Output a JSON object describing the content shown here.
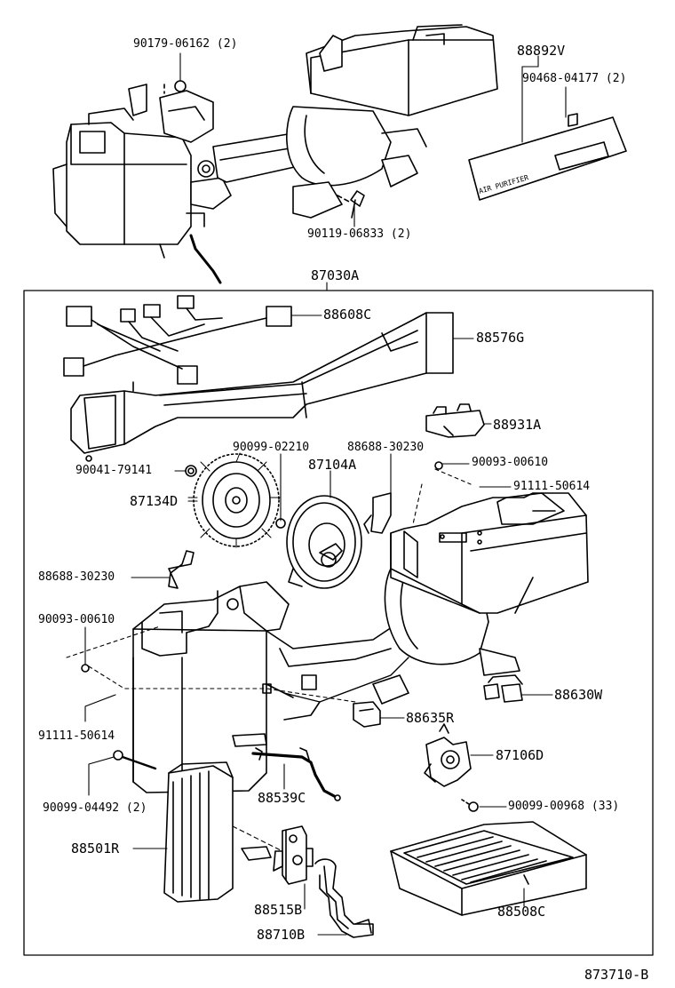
{
  "figure_id": "873710-B",
  "panel_label": "AIR PURIFIER",
  "parts": {
    "p_90179_06162": "90179-06162 (2)",
    "p_88892V": "88892V",
    "p_90468_04177": "90468-04177 (2)",
    "p_90119_06833": "90119-06833 (2)",
    "p_87030A": "87030A",
    "p_88608C": "88608C",
    "p_88576G": "88576G",
    "p_88931A": "88931A",
    "p_90099_02210": "90099-02210",
    "p_88688_30230_top": "88688-30230",
    "p_90041_79141": "90041-79141",
    "p_87104A": "87104A",
    "p_90093_00610_right": "90093-00610",
    "p_91111_50614_right": "91111-50614",
    "p_87134D": "87134D",
    "p_88688_30230_left": "88688-30230",
    "p_90093_00610_left": "90093-00610",
    "p_91111_50614_left": "91111-50614",
    "p_88630W": "88630W",
    "p_88635R": "88635R",
    "p_87106D": "87106D",
    "p_90099_04492": "90099-04492 (2)",
    "p_88539C": "88539C",
    "p_90099_00968": "90099-00968 (33)",
    "p_88501R": "88501R",
    "p_88515B": "88515B",
    "p_88710B": "88710B",
    "p_88508C": "88508C"
  }
}
